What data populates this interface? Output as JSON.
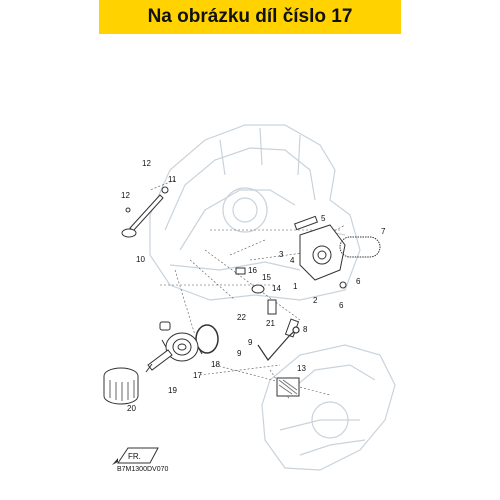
{
  "banner": {
    "text": "Na obrázku díl číslo 17",
    "color": "#ffd200"
  },
  "diagram": {
    "callouts": [
      "12",
      "11",
      "12",
      "10",
      "5",
      "3",
      "4",
      "7",
      "1",
      "2",
      "6",
      "6",
      "16",
      "15",
      "14",
      "22",
      "21",
      "8",
      "9",
      "9",
      "18",
      "17",
      "19",
      "20",
      "13"
    ],
    "code": "B7M1300DV070",
    "front_label": "FR."
  }
}
